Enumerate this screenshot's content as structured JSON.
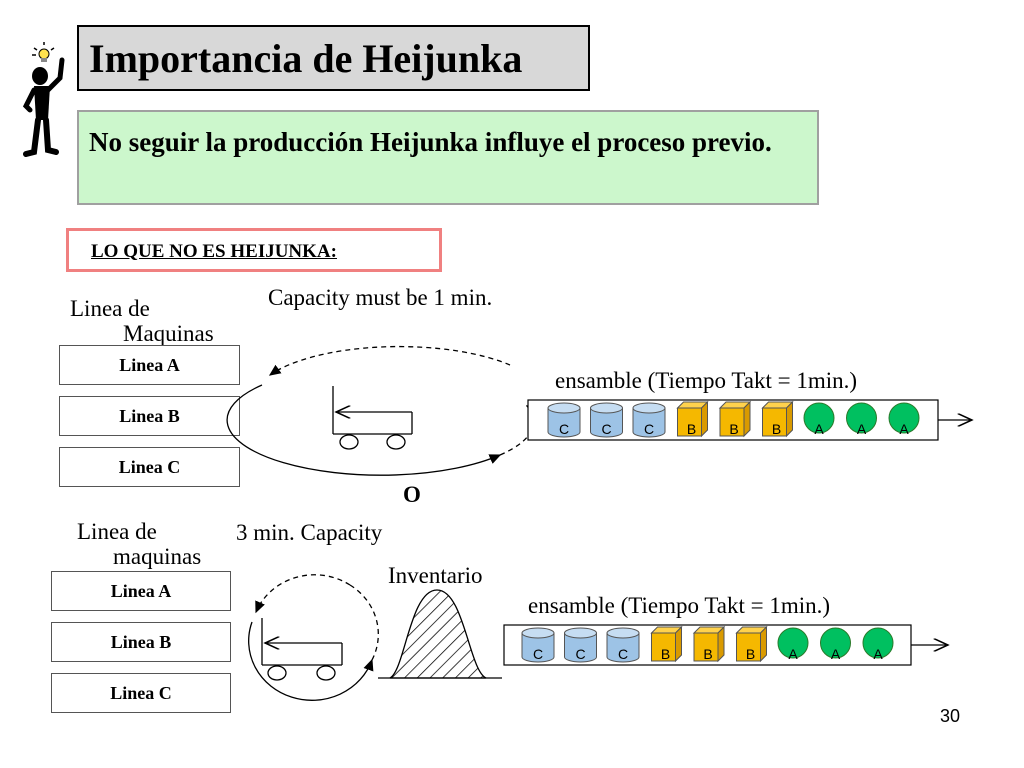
{
  "title": "Importancia de Heijunka",
  "subtitle": "No seguir la producción Heijunka influye el proceso previo.",
  "warning_label": "LO QUE NO ES HEIJUNKA:",
  "top": {
    "lines_label_1": "Linea de",
    "lines_label_2": "Maquinas",
    "lines": [
      "Linea A",
      "Linea B",
      "Linea C"
    ],
    "capacity": "Capacity must be 1 min.",
    "assembly": "ensamble (Tiempo Takt = 1min.)",
    "marker": "O",
    "queue": [
      "C",
      "C",
      "C",
      "B",
      "B",
      "B",
      "A",
      "A",
      "A"
    ]
  },
  "bottom": {
    "lines_label_1": "Linea de",
    "lines_label_2": "maquinas",
    "lines": [
      "Linea A",
      "Linea B",
      "Linea C"
    ],
    "capacity": "3 min. Capacity",
    "inventory": "Inventario",
    "assembly": "ensamble (Tiempo Takt = 1min.)",
    "queue": [
      "C",
      "C",
      "C",
      "B",
      "B",
      "B",
      "A",
      "A",
      "A"
    ]
  },
  "page_number": "30",
  "colors": {
    "title_bg": "#d8d8d8",
    "subtitle_bg": "#ccf7cc",
    "warning_border": "#f08080",
    "cylinder": "#9dc3e6",
    "box": "#f5b800",
    "circle": "#00c060"
  }
}
